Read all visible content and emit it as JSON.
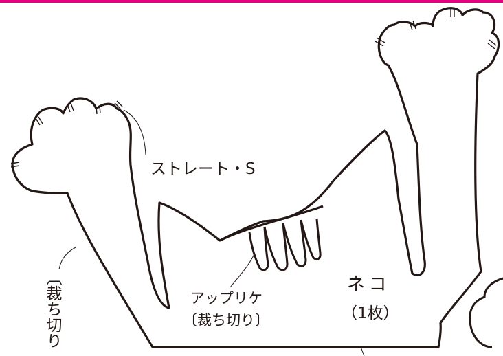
{
  "colors": {
    "top_rule": "#e4007f",
    "outline": "#231815",
    "text": "#231815"
  },
  "labels": {
    "stitch": "ストレート・S",
    "applique_line1": "アップリケ",
    "applique_line2": "〔裁ち切り〕",
    "piece_name": "ネコ",
    "piece_count": "（1枚）",
    "cut_edge_vertical": "〔裁ち切り"
  }
}
